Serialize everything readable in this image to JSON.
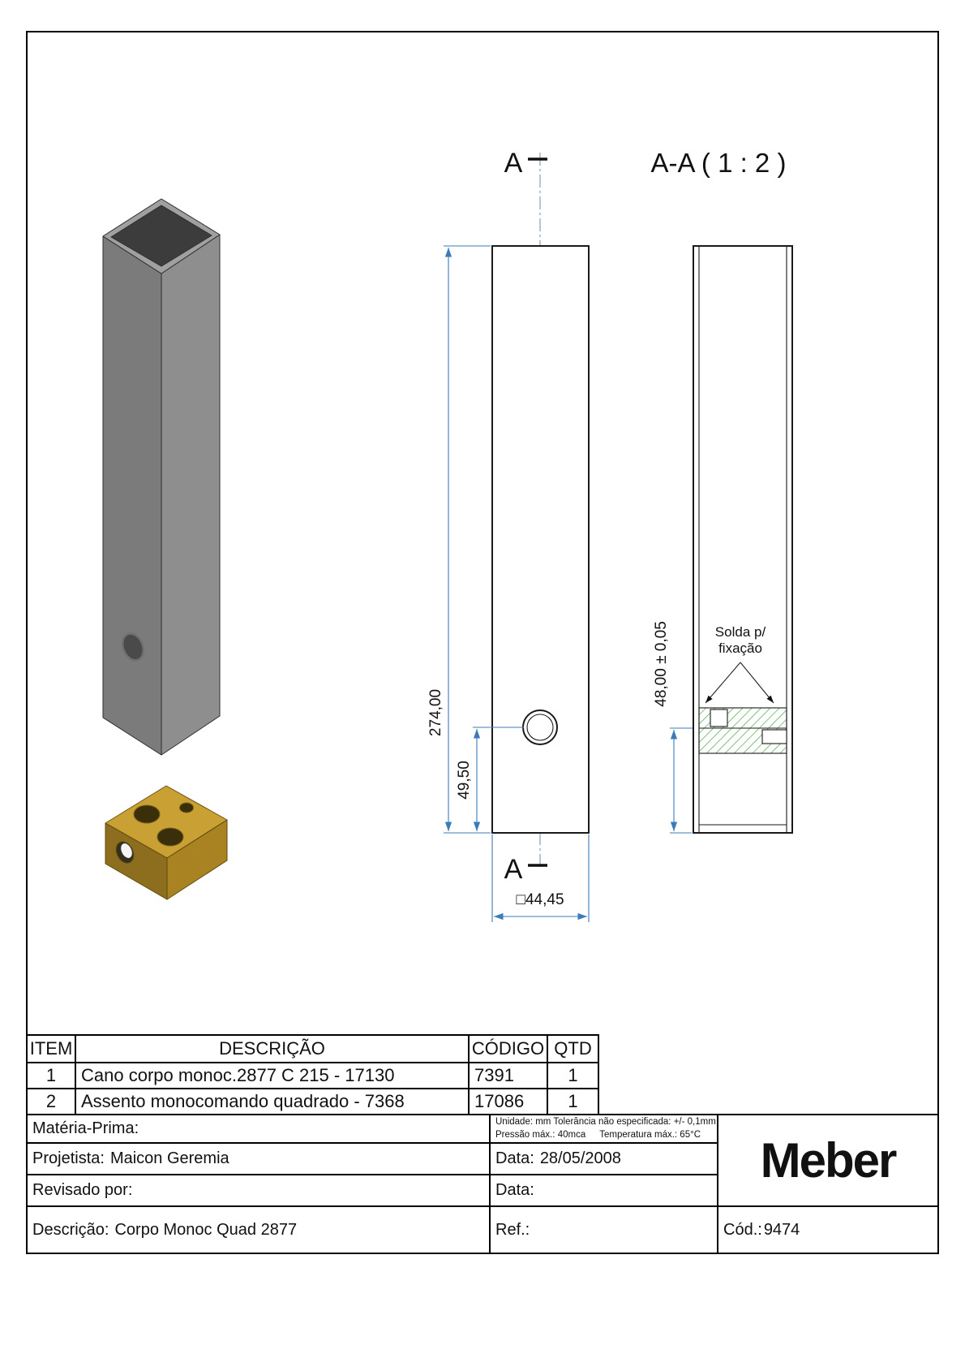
{
  "drawing": {
    "section_marker_top": "A",
    "section_marker_bottom": "A",
    "section_view_title": "A-A  ( 1 : 2 )",
    "dimensions": {
      "overall_height": "274,00",
      "hole_center_from_bottom": "49,50",
      "square_width": "□44,45",
      "seat_depth": "48,00 ± 0,05"
    },
    "weld_note": {
      "line1": "Solda p/",
      "line2": "fixação"
    }
  },
  "parts_table": {
    "headers": {
      "item": "ITEM",
      "description": "DESCRIÇÃO",
      "code": "CÓDIGO",
      "qty": "QTD"
    },
    "rows": [
      {
        "item": "1",
        "description": "Cano corpo monoc.2877 C 215 - 17130",
        "code": "7391",
        "qty": "1"
      },
      {
        "item": "2",
        "description": "Assento monocomando quadrado - 7368",
        "code": "17086",
        "qty": "1"
      }
    ]
  },
  "title_block": {
    "materia_prima": {
      "label": "Matéria-Prima:"
    },
    "notes": {
      "line1": "Unidade: mm Tolerância não especificada: +/- 0,1mm",
      "pressure": "Pressão máx.: 40mca",
      "temperature": "Temperatura máx.: 65°C"
    },
    "projetista": {
      "label": "Projetista:",
      "value": "Maicon Geremia"
    },
    "date_created": {
      "label": "Data:",
      "value": "28/05/2008"
    },
    "revisado": {
      "label": "Revisado por:"
    },
    "date_revised": {
      "label": "Data:"
    },
    "descricao": {
      "label": "Descrição:",
      "value": "Corpo Monoc Quad 2877"
    },
    "ref": {
      "label": "Ref.:"
    },
    "cod": {
      "label": "Cód.:",
      "value": "9474"
    },
    "company_logo": "Meber"
  },
  "colors": {
    "dimension_line": "#3d7ab8",
    "centerline": "#6f8cab",
    "hatch_green": "#3aa03a",
    "tube_left_face": "#7b7b7b",
    "tube_right_face": "#8e8e8e",
    "tube_top_face": "#a0a0a0",
    "tube_interior": "#3c3c3c",
    "brass_top_face": "#c8a033",
    "brass_left_face": "#8d6e1e",
    "brass_right_face": "#a98322"
  }
}
